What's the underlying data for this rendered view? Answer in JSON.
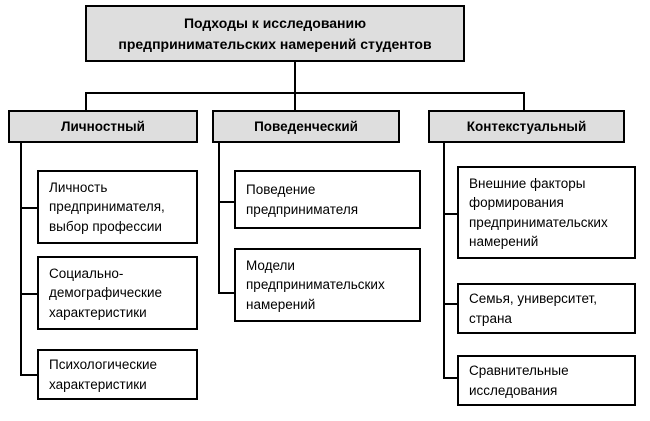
{
  "diagram": {
    "title": "Подходы к исследованию предпринимательских намерений студентов",
    "root": {
      "label": "Подходы к исследованию\nпредпринимательских намерений студентов"
    },
    "branches": [
      {
        "id": "personal",
        "label": "Личностный",
        "children": [
          {
            "id": "personal-1",
            "label": "Личность\nпредпринимателя,\nвыбор профессии"
          },
          {
            "id": "personal-2",
            "label": "Социально-\nдемографические\nхарактеристики"
          },
          {
            "id": "personal-3",
            "label": "Психологические\nхарактеристики"
          }
        ]
      },
      {
        "id": "behavioral",
        "label": "Поведенческий",
        "children": [
          {
            "id": "behavioral-1",
            "label": "Поведение\nпредпринимателя"
          },
          {
            "id": "behavioral-2",
            "label": "Модели\nпредпринимательских\nнамерений"
          }
        ]
      },
      {
        "id": "contextual",
        "label": "Контекстуальный",
        "children": [
          {
            "id": "contextual-1",
            "label": "Внешние факторы\nформирования\nпредпринимательских\nнамерений"
          },
          {
            "id": "contextual-2",
            "label": "Семья, университет,\nстрана"
          },
          {
            "id": "contextual-3",
            "label": "Сравнительные\nисследования"
          }
        ]
      }
    ],
    "colors": {
      "shaded_fill": "#dedede",
      "plain_fill": "#ffffff",
      "border": "#000000",
      "text": "#000000"
    }
  }
}
